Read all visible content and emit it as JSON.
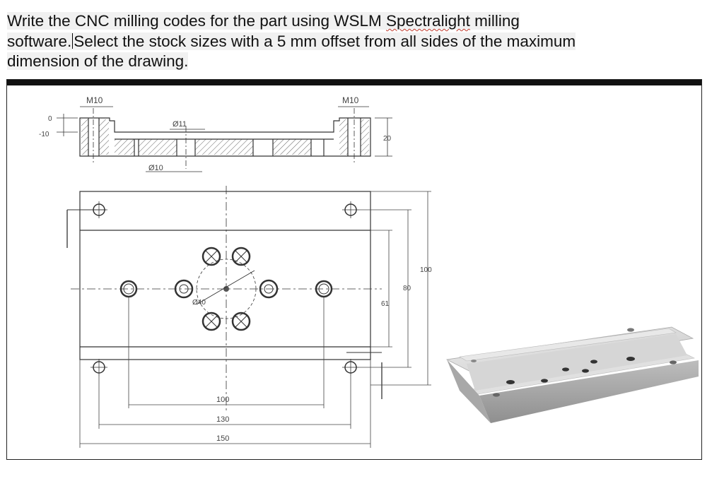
{
  "question": {
    "line1_pre": "Write the CNC milling codes for the part using WSLM ",
    "line1_squiggle": "Spectralight",
    "line1_post": " milling",
    "line2_a": "software.",
    "line2_b": "Select the stock sizes with a 5 mm offset from all sides of the maximum",
    "line3": "dimension of the drawing."
  },
  "drawing": {
    "section_view": {
      "thread_label_left": "M10",
      "thread_label_right": "M10",
      "hole_top_label": "Ø11",
      "hole_bottom_label": "Ø10",
      "level_zero": "0",
      "level_minus_ten": "-10",
      "height_dim": "20"
    },
    "plan_view": {
      "bolt_circle_label": "Ø40",
      "dim_100": "100",
      "dim_130": "130",
      "dim_150": "150",
      "dim_61": "61",
      "dim_80": "80",
      "dim_100_vertical": "100"
    }
  }
}
